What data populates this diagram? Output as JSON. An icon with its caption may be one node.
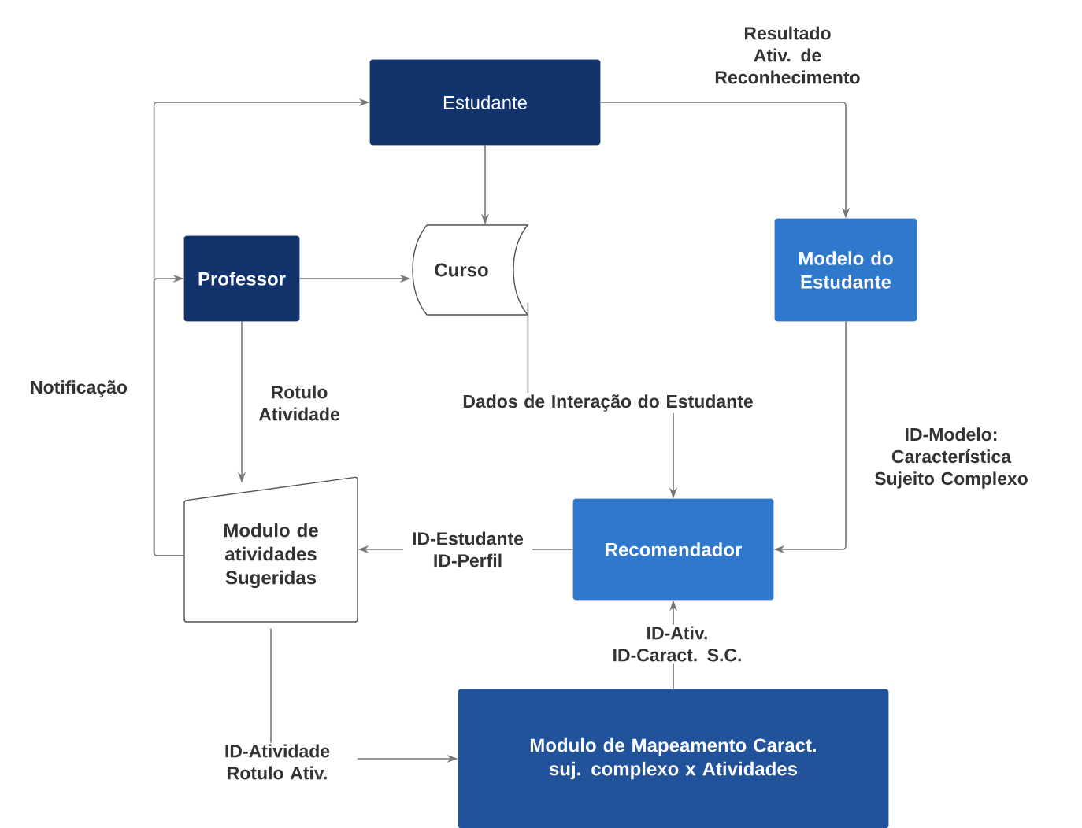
{
  "diagram": {
    "nodes": [
      {
        "text": [
          "Estudante"
        ]
      },
      {
        "text": [
          "Professor"
        ]
      },
      {
        "text": [
          "Curso"
        ]
      },
      {
        "text": [
          "Modelo do Estudante"
        ]
      },
      {
        "text": [
          "Modulo de atividades Sugeridas"
        ]
      },
      {
        "text": [
          "Recomendador"
        ]
      },
      {
        "text": [
          "Modulo de Mapeamento Caract. suj. complexo x Atividades"
        ]
      }
    ],
    "edges": [
      {
        "from": 0,
        "to": 3,
        "arrow": "to",
        "label": "Resultado Ativ. de Reconhecimento"
      },
      {
        "from": 0,
        "to": 2,
        "arrow": "to"
      },
      {
        "from": 1,
        "to": 2,
        "arrow": "to"
      },
      {
        "from": 4,
        "to": 0,
        "arrow": "to",
        "label": "Notificação"
      },
      {
        "from": 4,
        "to": 1,
        "arrow": "to"
      },
      {
        "from": 1,
        "to": 4,
        "arrow": "to",
        "label": "Rotulo Atividade"
      },
      {
        "from": 2,
        "to": 5,
        "arrow": "to",
        "label": "Dados de Interação do Estudante"
      },
      {
        "from": 3,
        "to": 5,
        "arrow": "to",
        "label": "ID-Modelo: Característica Sujeito Complexo"
      },
      {
        "from": 5,
        "to": 4,
        "arrow": "to",
        "label": "ID-Estudante ID-Perfil"
      },
      {
        "from": 6,
        "to": 5,
        "arrow": "to",
        "label": "ID-Ativ. ID-Caract. S.C."
      },
      {
        "from": 4,
        "to": 6,
        "arrow": "to",
        "label": "ID-Atividade Rotulo Ativ."
      }
    ]
  }
}
